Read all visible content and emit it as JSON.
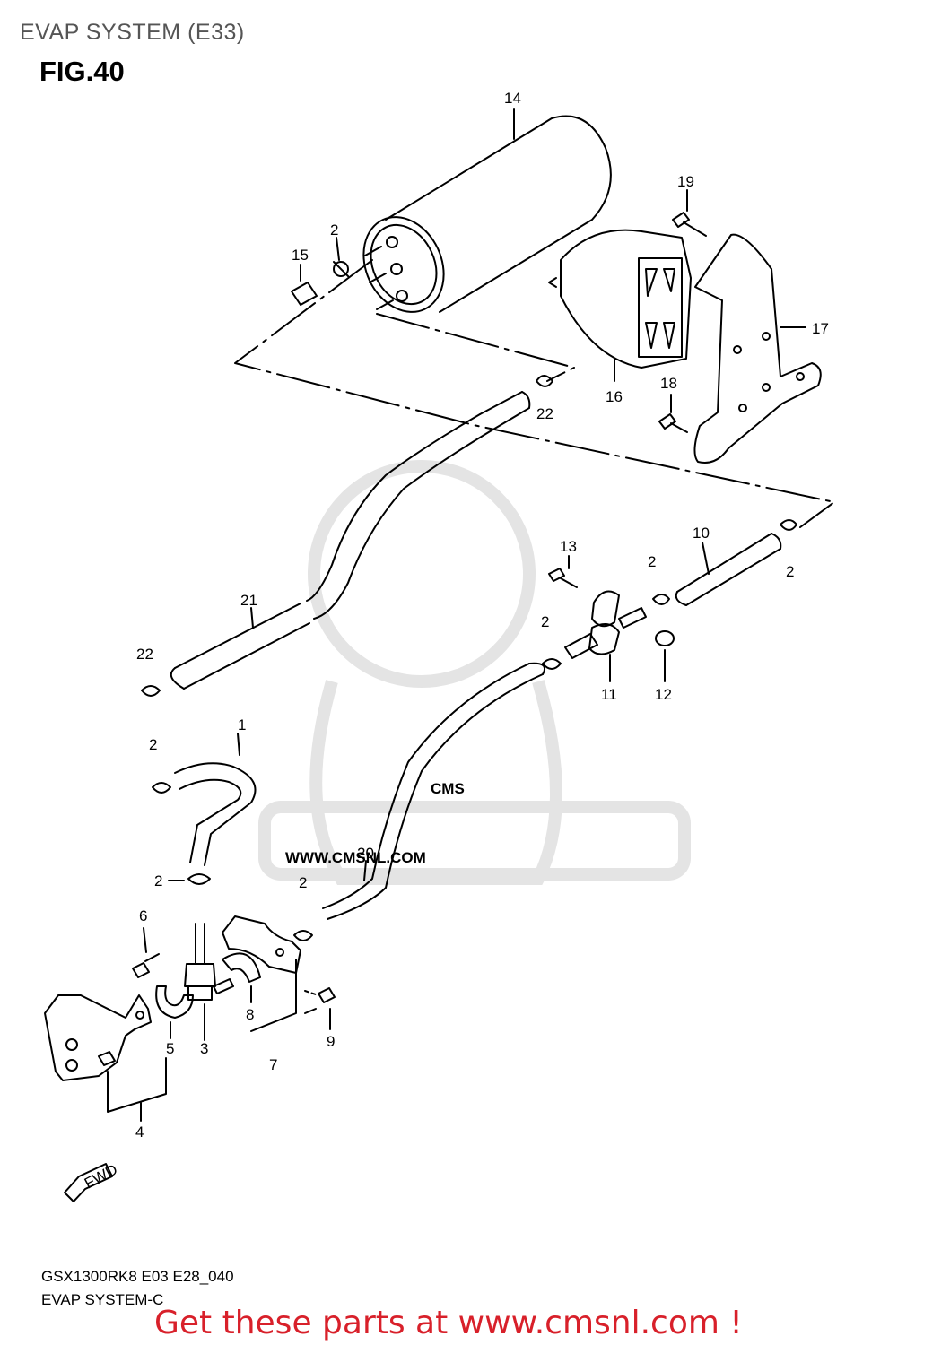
{
  "header": {
    "title": "EVAP SYSTEM (E33)",
    "figure": "FIG.40"
  },
  "parts": {
    "labels": [
      "1",
      "2",
      "3",
      "4",
      "5",
      "6",
      "7",
      "8",
      "9",
      "10",
      "11",
      "12",
      "13",
      "14",
      "15",
      "16",
      "17",
      "18",
      "19",
      "20",
      "21",
      "22"
    ]
  },
  "watermark": {
    "brand": "CMS",
    "url": "WWW.CMSNL.COM"
  },
  "fwd_label": "FWD",
  "footer": {
    "model_code": "GSX1300RK8 E03 E28_040",
    "section": "EVAP SYSTEM-C",
    "call_to_action": "Get these parts at www.cmsnl.com !"
  },
  "colors": {
    "line": "#000000",
    "watermark": "#e4e4e4",
    "call_to_action": "#d8202a",
    "header": "#555555"
  }
}
